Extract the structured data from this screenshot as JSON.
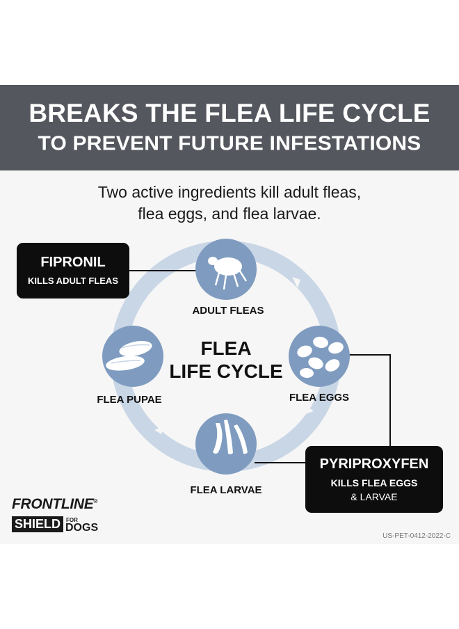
{
  "banner": {
    "line1": "BREAKS THE FLEA LIFE CYCLE",
    "line2": "TO PREVENT FUTURE INFESTATIONS"
  },
  "subtitle": {
    "line1": "Two active ingredients kill adult fleas,",
    "line2": "flea eggs, and flea larvae."
  },
  "center": {
    "line1": "FLEA",
    "line2": "LIFE CYCLE"
  },
  "stages": {
    "adult": "ADULT FLEAS",
    "eggs": "FLEA EGGS",
    "larvae": "FLEA LARVAE",
    "pupae": "FLEA PUPAE"
  },
  "callouts": {
    "fipronil": {
      "title": "FIPRONIL",
      "desc": "KILLS ADULT FLEAS"
    },
    "pyriproxyfen": {
      "title": "PYRIPROXYFEN",
      "desc1": "KILLS FLEA EGGS",
      "desc2": "& LARVAE"
    }
  },
  "brand": {
    "name": "FRONTLINE",
    "product": "SHIELD",
    "for": "FOR",
    "target": "DOGS",
    "trademark": "®"
  },
  "code": "US-PET-0412-2022-C",
  "icons": {
    "adult": "flea-icon",
    "eggs": "flea-eggs-icon",
    "larvae": "flea-larvae-icon",
    "pupae": "flea-pupae-icon"
  },
  "colors": {
    "banner": "#55575e",
    "ring": "#c7d5e5",
    "circle": "#7f9cc0",
    "callout": "#0d0d0d"
  }
}
